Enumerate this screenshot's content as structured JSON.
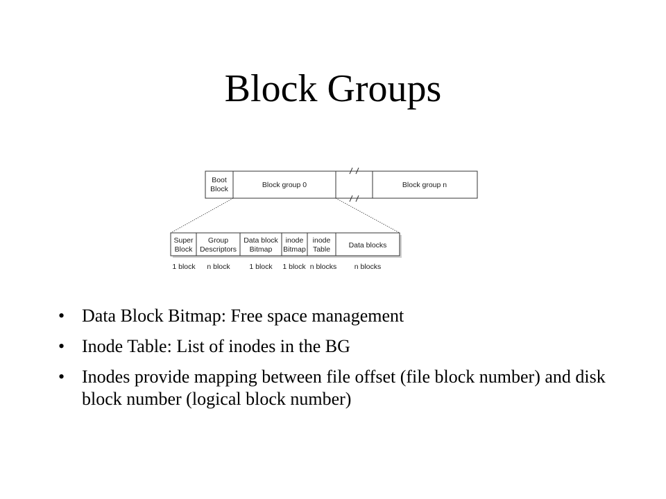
{
  "slide": {
    "title": "Block Groups"
  },
  "diagram": {
    "top_row": {
      "boot_block": [
        "Boot",
        "Block"
      ],
      "block_group_0": "Block group 0",
      "block_group_n": "Block group n"
    },
    "group_detail": [
      {
        "lines": [
          "Super",
          "Block"
        ],
        "size": "1 block"
      },
      {
        "lines": [
          "Group",
          "Descriptors"
        ],
        "size": "n block"
      },
      {
        "lines": [
          "Data block",
          "Bitmap"
        ],
        "size": "1 block"
      },
      {
        "lines": [
          "inode",
          "Bitmap"
        ],
        "size": "1 block"
      },
      {
        "lines": [
          "inode",
          "Table"
        ],
        "size": "n blocks"
      },
      {
        "lines": [
          "Data blocks"
        ],
        "size": "n blocks"
      }
    ]
  },
  "bullets": [
    "Data Block Bitmap: Free space management",
    "Inode Table: List of inodes in the BG",
    "Inodes provide mapping between file offset (file block number) and disk block number (logical block number)"
  ],
  "bullet_marker": "•"
}
